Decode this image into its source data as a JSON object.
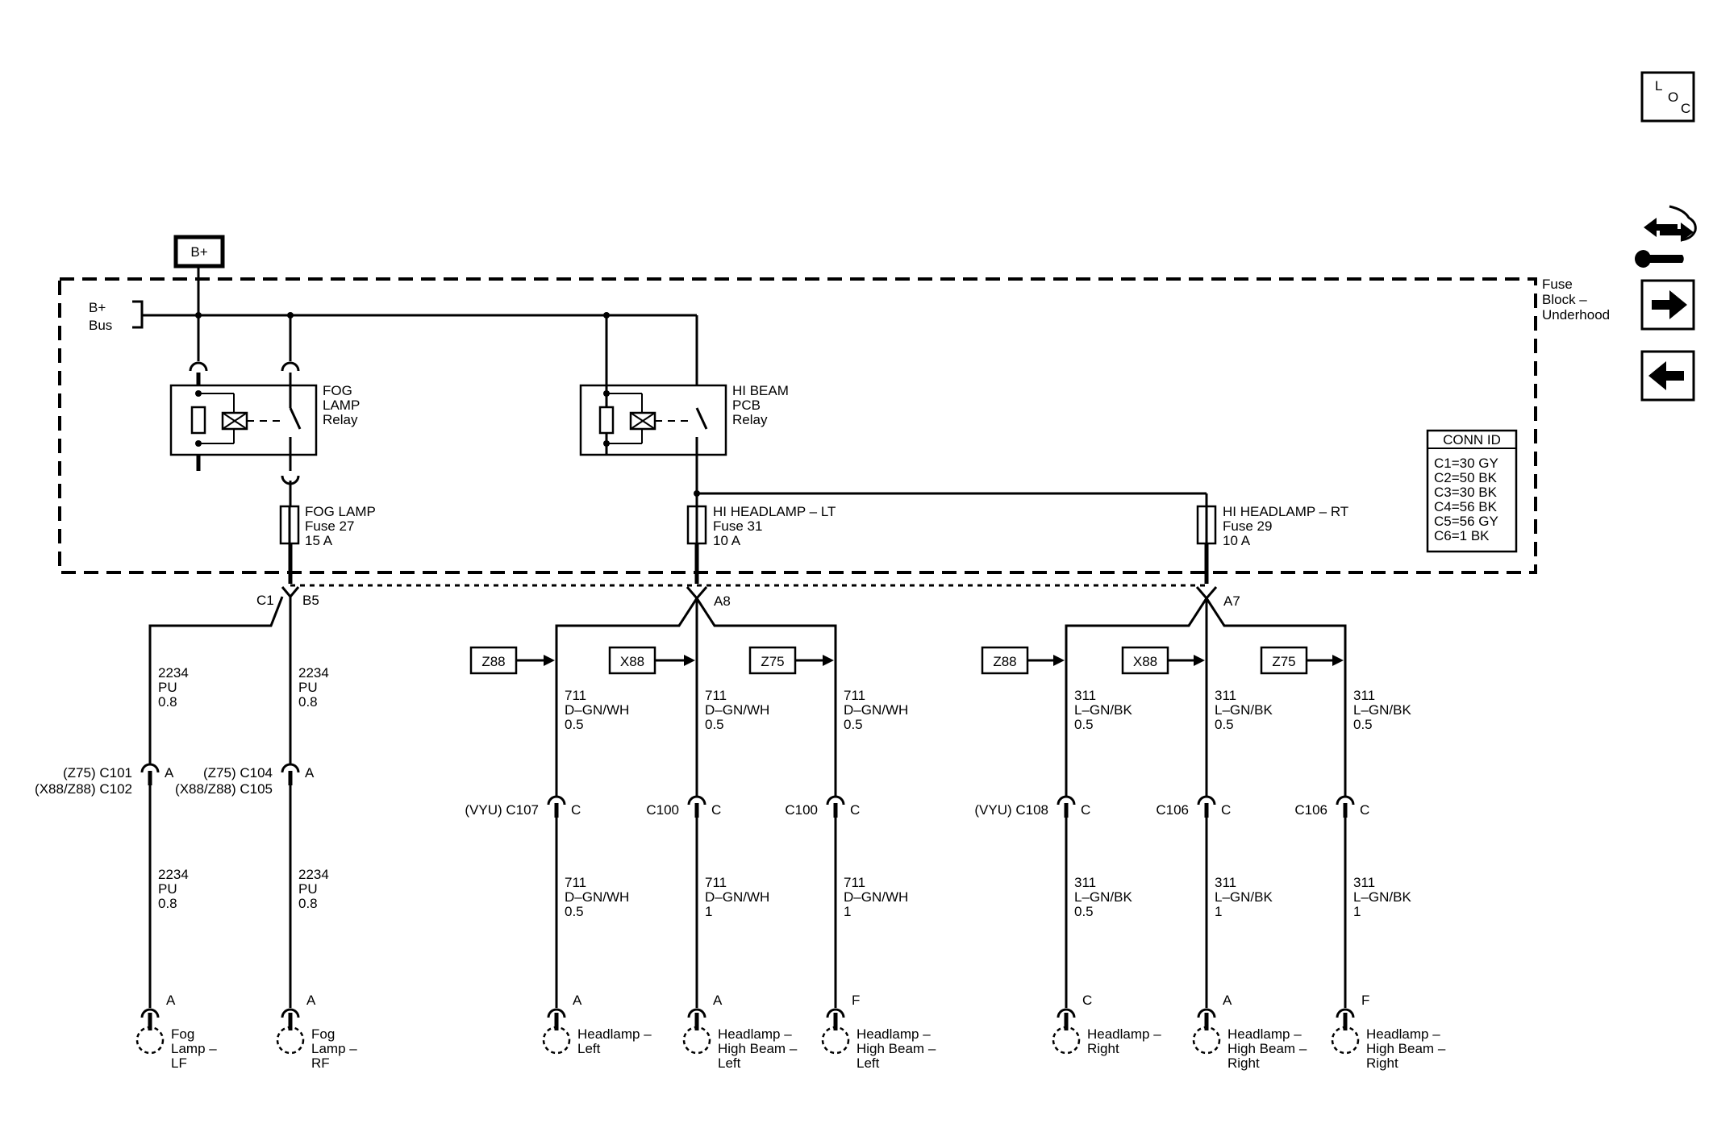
{
  "bplus_label": "B+",
  "bus_label": [
    "B+",
    "Bus"
  ],
  "fuse_block_label": [
    "Fuse",
    "Block –",
    "Underhood"
  ],
  "fog_relay": [
    "FOG",
    "LAMP",
    "Relay"
  ],
  "hibeam_relay": [
    "HI BEAM",
    "PCB",
    "Relay"
  ],
  "fuses": [
    {
      "name": "FOG LAMP",
      "fuse": "Fuse 27",
      "amps": "15 A"
    },
    {
      "name": "HI HEADLAMP – LT",
      "fuse": "Fuse 31",
      "amps": "10 A"
    },
    {
      "name": "HI HEADLAMP – RT",
      "fuse": "Fuse 29",
      "amps": "10 A"
    }
  ],
  "conn_id": {
    "title": "CONN ID",
    "rows": [
      "C1=30 GY",
      "C2=50 BK",
      "C3=30 BK",
      "C4=56 BK",
      "C5=56 GY",
      "C6=1 BK"
    ]
  },
  "pins": {
    "c1": "C1",
    "b5": "B5",
    "a8": "A8",
    "a7": "A7"
  },
  "options": [
    "Z88",
    "X88",
    "Z75",
    "Z88",
    "X88",
    "Z75"
  ],
  "upper_wires": [
    [
      "2234",
      "PU",
      "0.8"
    ],
    [
      "2234",
      "PU",
      "0.8"
    ],
    [
      "711",
      "D–GN/WH",
      "0.5"
    ],
    [
      "711",
      "D–GN/WH",
      "0.5"
    ],
    [
      "711",
      "D–GN/WH",
      "0.5"
    ],
    [
      "311",
      "L–GN/BK",
      "0.5"
    ],
    [
      "311",
      "L–GN/BK",
      "0.5"
    ],
    [
      "311",
      "L–GN/BK",
      "0.5"
    ]
  ],
  "lower_wires": [
    [
      "2234",
      "PU",
      "0.8"
    ],
    [
      "2234",
      "PU",
      "0.8"
    ],
    [
      "711",
      "D–GN/WH",
      "0.5"
    ],
    [
      "711",
      "D–GN/WH",
      "1"
    ],
    [
      "711",
      "D–GN/WH",
      "1"
    ],
    [
      "311",
      "L–GN/BK",
      "0.5"
    ],
    [
      "311",
      "L–GN/BK",
      "1"
    ],
    [
      "311",
      "L–GN/BK",
      "1"
    ]
  ],
  "connectors": [
    {
      "lines": [
        "(Z75) C101",
        "(X88/Z88) C102"
      ],
      "pin": "A"
    },
    {
      "lines": [
        "(Z75) C104",
        "(X88/Z88) C105"
      ],
      "pin": "A"
    },
    {
      "lines": [
        "(VYU) C107"
      ],
      "pin": "C"
    },
    {
      "lines": [
        "C100"
      ],
      "pin": "C"
    },
    {
      "lines": [
        "C100"
      ],
      "pin": "C"
    },
    {
      "lines": [
        "(VYU) C108"
      ],
      "pin": "C"
    },
    {
      "lines": [
        "C106"
      ],
      "pin": "C"
    },
    {
      "lines": [
        "C106"
      ],
      "pin": "C"
    }
  ],
  "loads": [
    {
      "pin": "A",
      "label": [
        "Fog",
        "Lamp –",
        "LF"
      ]
    },
    {
      "pin": "A",
      "label": [
        "Fog",
        "Lamp –",
        "RF"
      ]
    },
    {
      "pin": "A",
      "label": [
        "Headlamp –",
        "Left"
      ]
    },
    {
      "pin": "A",
      "label": [
        "Headlamp –",
        "High Beam –",
        "Left"
      ]
    },
    {
      "pin": "F",
      "label": [
        "Headlamp –",
        "High Beam –",
        "Left"
      ]
    },
    {
      "pin": "C",
      "label": [
        "Headlamp –",
        "Right"
      ]
    },
    {
      "pin": "A",
      "label": [
        "Headlamp –",
        "High Beam –",
        "Right"
      ]
    },
    {
      "pin": "F",
      "label": [
        "Headlamp –",
        "High Beam –",
        "Right"
      ]
    }
  ],
  "loc_icon": {
    "letters": [
      "L",
      "O",
      "C"
    ]
  },
  "nav_icons": [
    "wrench-arrows-icon",
    "arrow-right-icon",
    "arrow-left-icon"
  ]
}
